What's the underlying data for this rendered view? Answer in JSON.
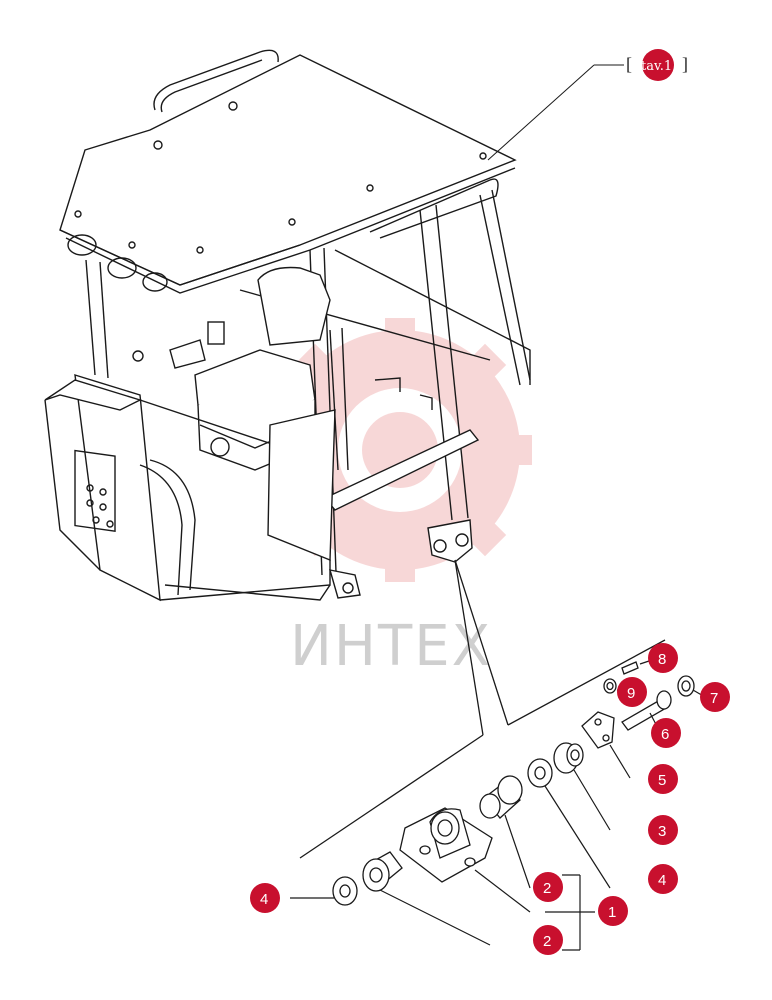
{
  "reference": {
    "bracket_open": "[",
    "label": "tav.1",
    "bracket_close": "]"
  },
  "watermark": {
    "text": "ИНТЕХ",
    "gear_color": "#f4c9c9"
  },
  "callout_color": "#c8102e",
  "callouts": [
    {
      "id": "c8",
      "label": "8"
    },
    {
      "id": "c9",
      "label": "9"
    },
    {
      "id": "c7",
      "label": "7"
    },
    {
      "id": "c6",
      "label": "6"
    },
    {
      "id": "c5",
      "label": "5"
    },
    {
      "id": "c3",
      "label": "3"
    },
    {
      "id": "c4a",
      "label": "4"
    },
    {
      "id": "c2a",
      "label": "2"
    },
    {
      "id": "c1",
      "label": "1"
    },
    {
      "id": "c2b",
      "label": "2"
    },
    {
      "id": "c4b",
      "label": "4"
    }
  ]
}
